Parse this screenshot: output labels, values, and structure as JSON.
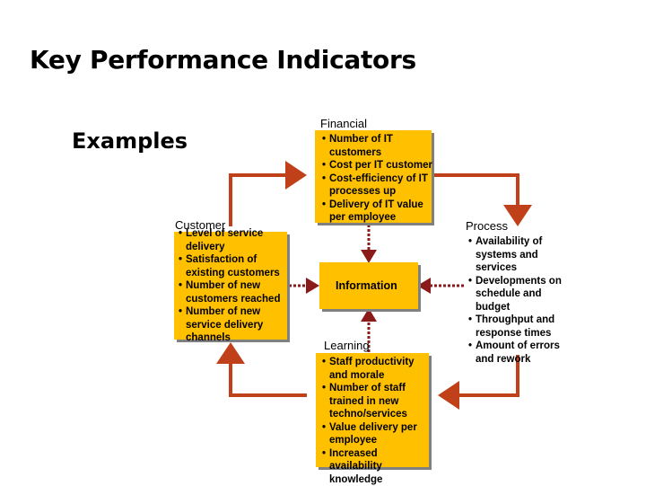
{
  "title": "Key Performance Indicators",
  "subtitle": "Examples",
  "colors": {
    "box_fill": "#FFC000",
    "arrow": "#C0401A",
    "connector_dash": "#8B1A1A"
  },
  "financial": {
    "heading": "Financial",
    "items": [
      "Number of IT customers",
      "Cost per IT customer",
      "Cost-efficiency of IT processes up",
      "Delivery of IT value per employee"
    ]
  },
  "customer": {
    "heading": "Customer",
    "items": [
      "Level of service delivery",
      "Satisfaction of existing customers",
      "Number of new customers reached",
      "Number of new service delivery channels"
    ]
  },
  "information": {
    "label": "Information"
  },
  "process": {
    "heading": "Process",
    "items": [
      "Availability of systems and services",
      "Developments on schedule and budget",
      "Throughput and response times",
      "Amount of errors and rework"
    ]
  },
  "learning": {
    "heading": "Learning",
    "items": [
      "Staff productivity and morale",
      "Number of staff trained in new techno/services",
      "Value delivery per employee",
      "Increased availability knowledge"
    ]
  }
}
